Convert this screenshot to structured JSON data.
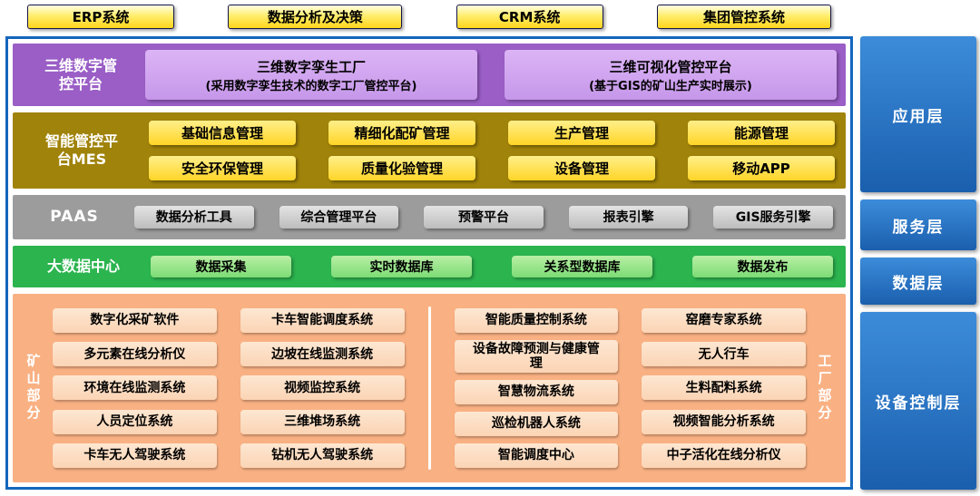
{
  "top_systems": [
    "ERP系统",
    "数据分析及决策",
    "CRM系统",
    "集团管控系统"
  ],
  "app_layer": {
    "platform3d": {
      "title": "三维数字管控平台",
      "boxes": [
        {
          "title": "三维数字孪生工厂",
          "subtitle": "(采用数字孪生技术的数字工厂管控平台)"
        },
        {
          "title": "三维可视化管控平台",
          "subtitle": "(基于GIS的矿山生产实时展示)"
        }
      ]
    },
    "mes": {
      "title": "智能管控平台MES",
      "items": [
        "基础信息管理",
        "精细化配矿管理",
        "生产管理",
        "能源管理",
        "安全环保管理",
        "质量化验管理",
        "设备管理",
        "移动APP"
      ]
    }
  },
  "paas": {
    "title": "PAAS",
    "items": [
      "数据分析工具",
      "综合管理平台",
      "预警平台",
      "报表引擎",
      "GIS服务引擎"
    ]
  },
  "bigdata": {
    "title": "大数据中心",
    "items": [
      "数据采集",
      "实时数据库",
      "关系型数据库",
      "数据发布"
    ]
  },
  "device_layer": {
    "mine_label": "矿山部分",
    "factory_label": "工厂部分",
    "columns": [
      [
        "数字化采矿软件",
        "多元素在线分析仪",
        "环境在线监测系统",
        "人员定位系统",
        "卡车无人驾驶系统"
      ],
      [
        "卡车智能调度系统",
        "边坡在线监测系统",
        "视频监控系统",
        "三维堆场系统",
        "钻机无人驾驶系统"
      ],
      [
        "智能质量控制系统",
        "设备故障预测与健康管理",
        "智慧物流系统",
        "巡检机器人系统",
        "智能调度中心"
      ],
      [
        "窑磨专家系统",
        "无人行车",
        "生料配料系统",
        "视频智能分析系统",
        "中子活化在线分析仪"
      ]
    ]
  },
  "side_labels": [
    "应用层",
    "服务层",
    "数据层",
    "设备控制层"
  ],
  "colors": {
    "frame_border": "#1467bd",
    "pill_yellow": "#ffd51a",
    "purple_layer": "#9a5ec6",
    "mes_layer": "#a0830a",
    "paas_layer": "#9c9c9c",
    "bigdata_layer": "#2cb44f",
    "device_layer": "#f9b183",
    "side_label_blue": "#1a5fae"
  }
}
